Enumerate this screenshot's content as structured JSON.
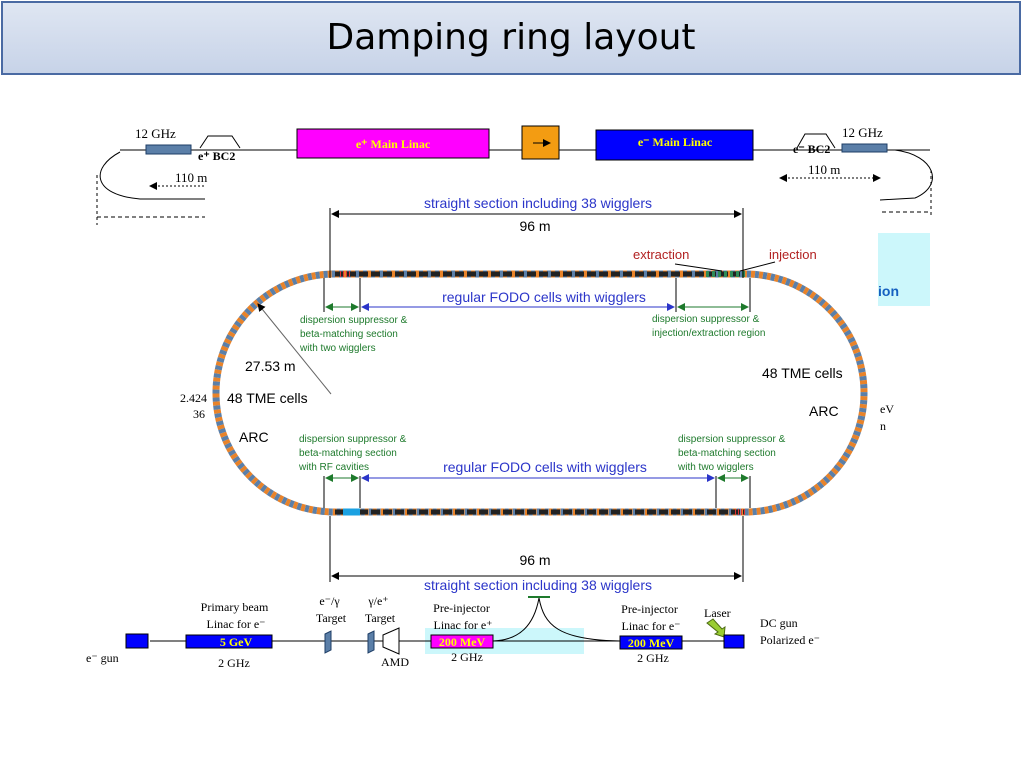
{
  "title": "Damping ring layout",
  "top_line": {
    "left_freq": "12 GHz",
    "left_bc2": "e⁺ BC2",
    "left_length": "110 m",
    "right_freq": "12 GHz",
    "right_bc2": "e⁻ BC2",
    "right_length": "110 m",
    "positron_linac": "e⁺ Main Linac",
    "electron_linac": "e⁻ Main Linac"
  },
  "ring": {
    "straight_top": "straight section including 38 wigglers",
    "length_top": "96 m",
    "extraction": "extraction",
    "injection": "injection",
    "fodo_top": "regular FODO cells with wigglers",
    "ds_top_left": [
      "dispersion suppressor &",
      "beta-matching section",
      "with two wigglers"
    ],
    "ds_top_right": [
      "dispersion suppressor &",
      "injection/extraction region"
    ],
    "radius": "27.53 m",
    "tme_left": "48 TME cells",
    "tme_right": "48 TME cells",
    "arc_left": "ARC",
    "arc_right": "ARC",
    "ds_bottom_left": [
      "dispersion suppressor &",
      "beta-matching section",
      "with RF cavities"
    ],
    "ds_bottom_right": [
      "dispersion suppressor &",
      "beta-matching section",
      "with two wigglers"
    ],
    "fodo_bottom": "regular FODO cells with wigglers",
    "length_bottom": "96 m",
    "straight_bottom": "straight section including 38 wigglers"
  },
  "partial": {
    "left_1": "2.424",
    "left_2": "36",
    "right_1": "eV",
    "right_2": "n",
    "right_box": "ion"
  },
  "bottom_line": {
    "e_gun": "e⁻ gun",
    "primary_beam": [
      "Primary beam",
      "Linac for e⁻"
    ],
    "primary_energy": "5 GeV",
    "primary_freq": "2 GHz",
    "target1": [
      "e⁻/γ",
      "Target"
    ],
    "target2": [
      "γ/e⁺",
      "Target"
    ],
    "amd": "AMD",
    "preinj_pos": [
      "Pre-injector",
      "Linac for e⁺"
    ],
    "preinj_pos_energy": "200 MeV",
    "preinj_pos_freq": "2 GHz",
    "preinj_ele": [
      "Pre-injector",
      "Linac for e⁻"
    ],
    "preinj_ele_energy": "200 MeV",
    "preinj_ele_freq": "2 GHz",
    "laser": "Laser",
    "dc_gun": [
      "DC gun",
      "Polarized e⁻"
    ]
  },
  "colors": {
    "ring_orange": "#e8832a",
    "ring_blue": "#5b7fa8",
    "positron_linac": "#ff00ff",
    "electron_linac": "#0000ff",
    "combiner": "#f39c12",
    "label_blue": "#2b35c9",
    "label_red": "#b22222",
    "label_green": "#1e7a2c",
    "cyan_box": "#ccf7fb"
  }
}
